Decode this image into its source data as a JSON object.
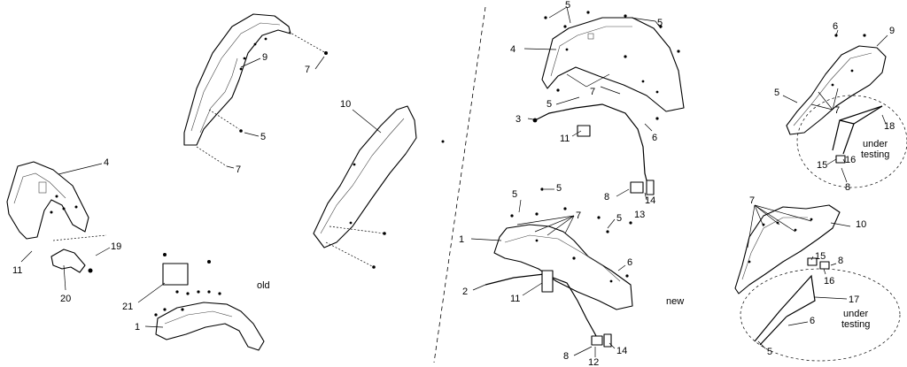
{
  "sections": {
    "old_label": "old",
    "new_label": "new"
  },
  "notes": {
    "upper_testing_line1": "under",
    "upper_testing_line2": "testing",
    "lower_testing_line1": "under",
    "lower_testing_line2": "testing"
  },
  "callouts": {
    "old": {
      "c4": "4",
      "c11": "11",
      "c19": "19",
      "c20": "20",
      "c9": "9",
      "c7a": "7",
      "c5": "5",
      "c7b": "7",
      "c10": "10",
      "c21": "21",
      "c1": "1"
    },
    "new_upper": {
      "c5a": "5",
      "c5b": "5",
      "c4": "4",
      "c5c": "5",
      "c7": "7",
      "c3": "3",
      "c11": "11",
      "c6": "6",
      "c8": "8",
      "c14": "14",
      "c13": "13"
    },
    "new_lower": {
      "c5a": "5",
      "c5b": "5",
      "c7": "7",
      "c5c": "5",
      "c1": "1",
      "c6": "6",
      "c2": "2",
      "c11": "11",
      "c8": "8",
      "c12": "12",
      "c14": "14"
    },
    "new_right_upper": {
      "c6": "6",
      "c9": "9",
      "c5": "5",
      "c7": "7",
      "c18": "18",
      "c15": "15",
      "c16": "16",
      "c8": "8"
    },
    "new_right_lower": {
      "c7": "7",
      "c10": "10",
      "c15": "15",
      "c8": "8",
      "c16": "16",
      "c17": "17",
      "c6": "6",
      "c5": "5"
    }
  }
}
